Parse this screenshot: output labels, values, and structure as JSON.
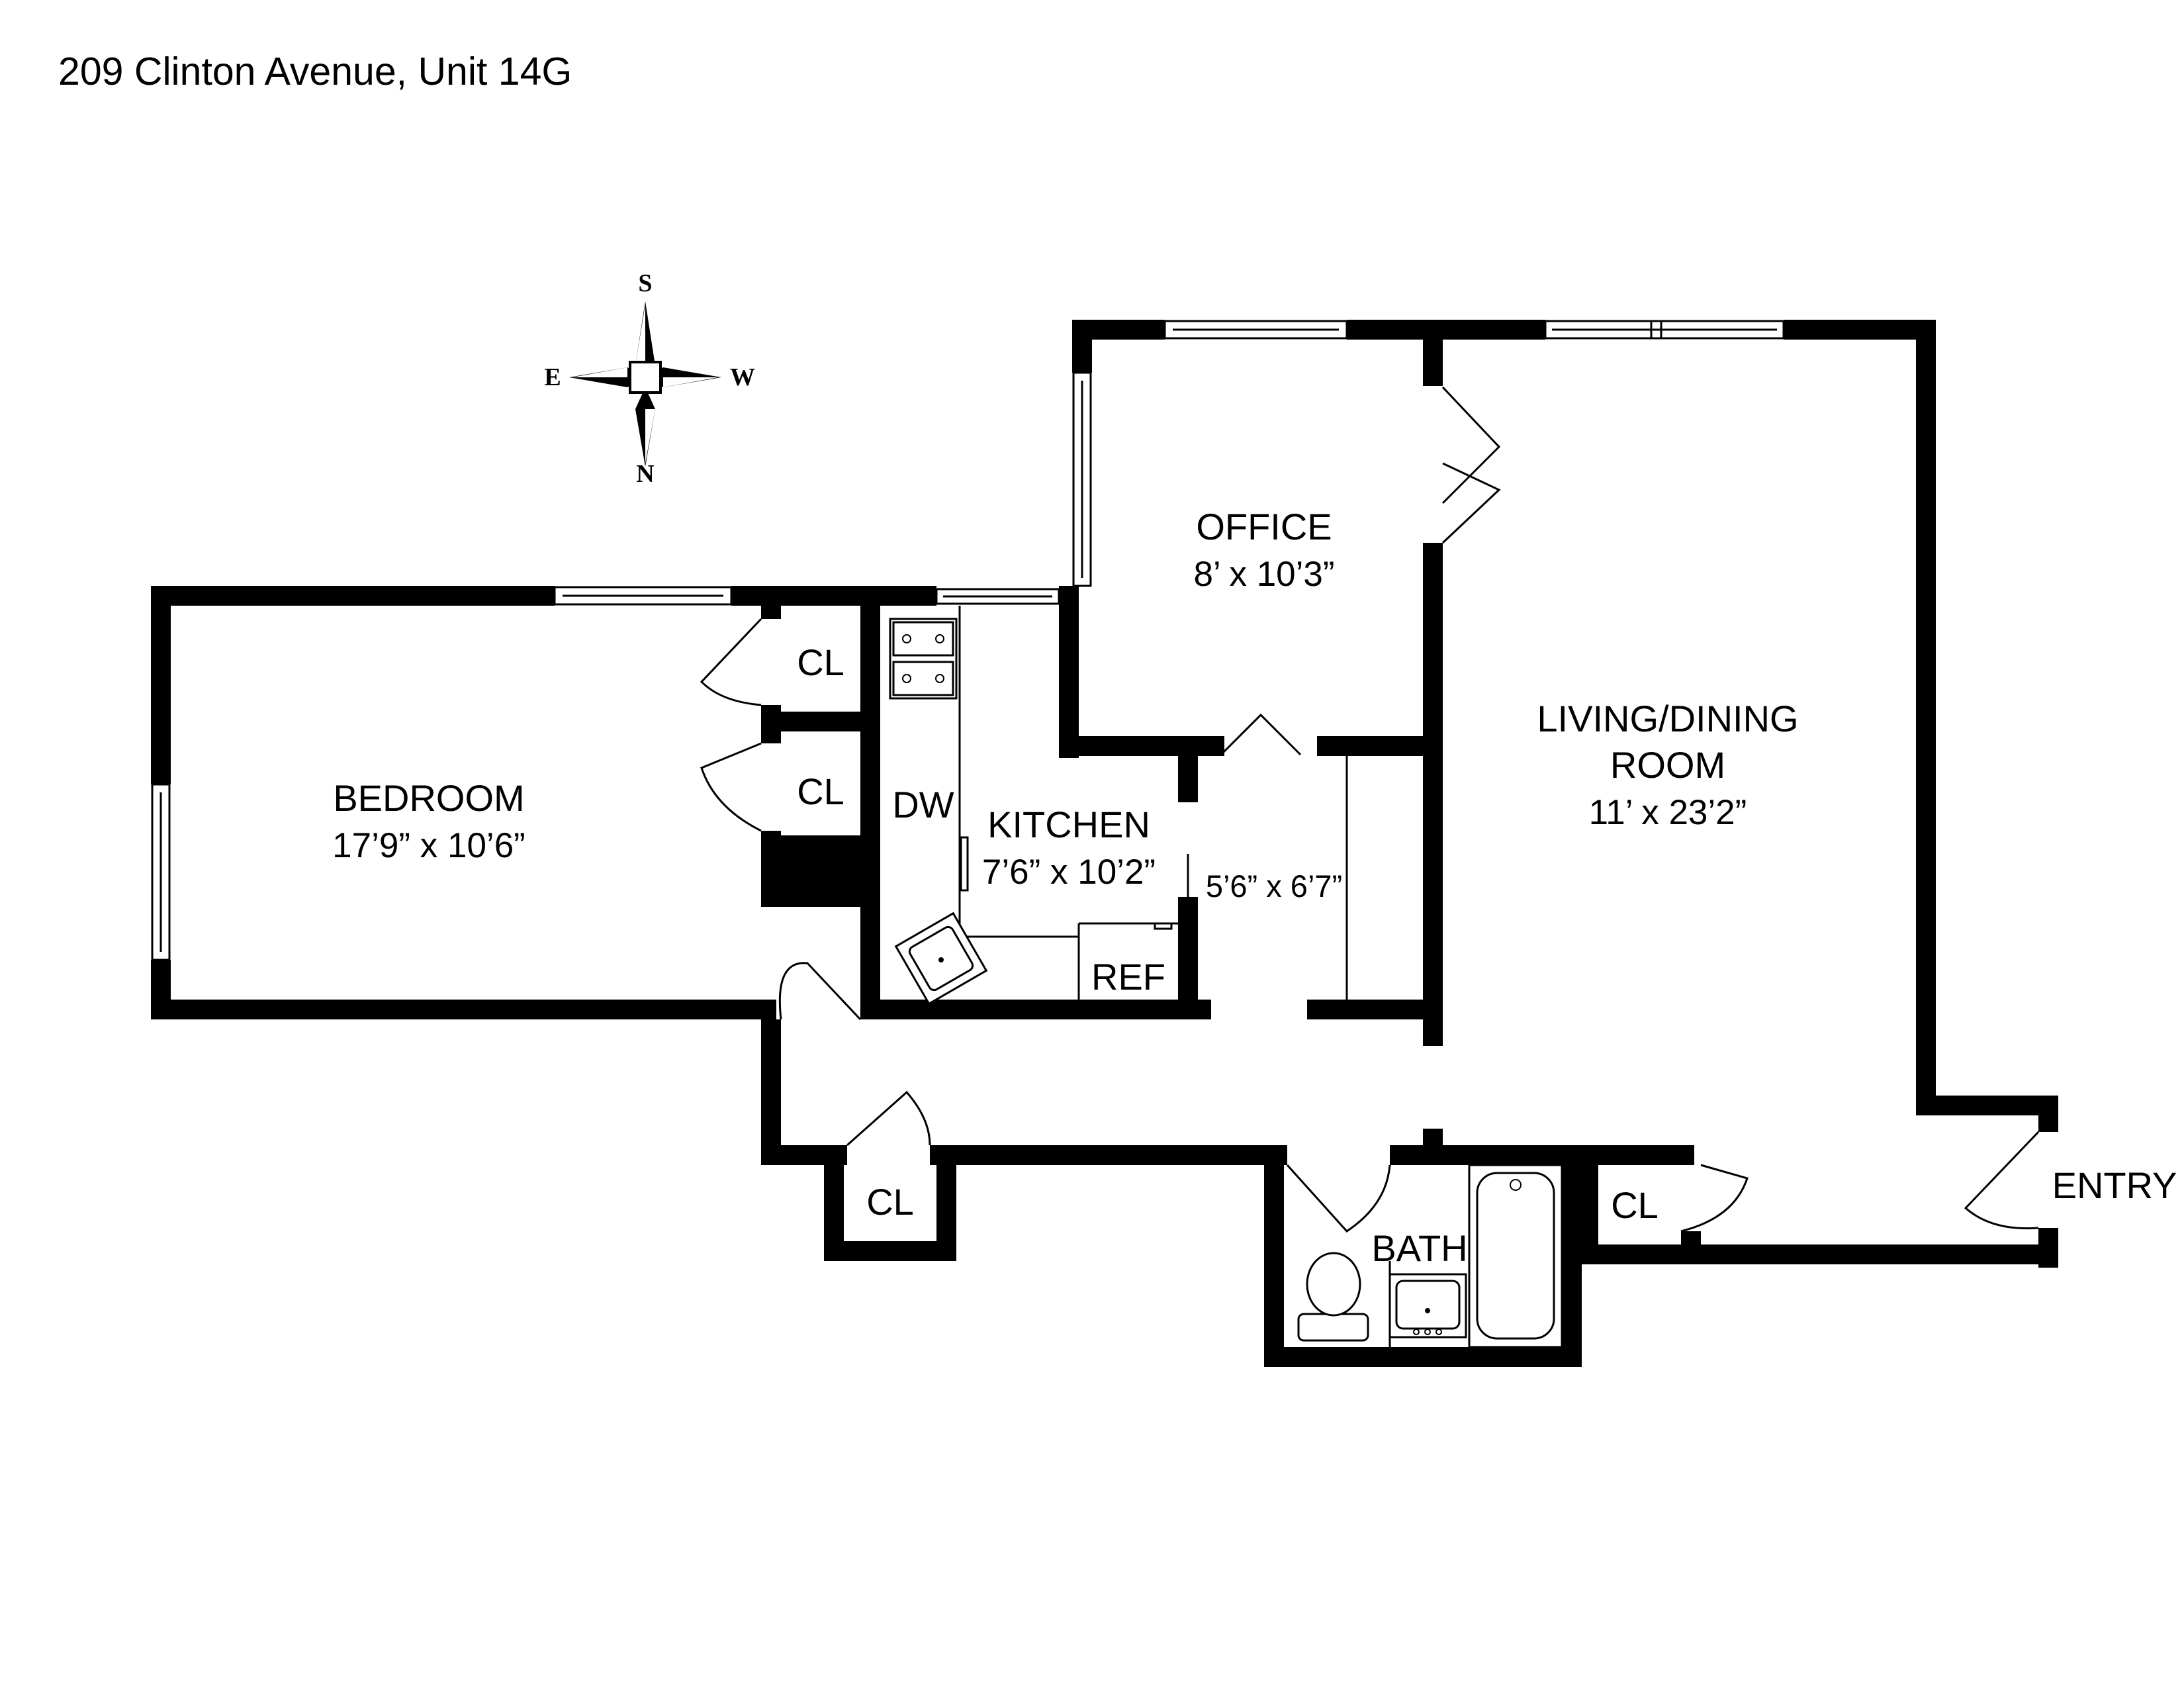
{
  "title": "209 Clinton Avenue, Unit 14G",
  "compass": {
    "s": "S",
    "e": "E",
    "w": "W",
    "n": "N"
  },
  "rooms": {
    "office": {
      "name": "OFFICE",
      "dims": "8’ x 10’3”"
    },
    "living": {
      "name_line1": "LIVING/DINING",
      "name_line2": "ROOM",
      "dims": "11’ x 23’2”"
    },
    "bedroom": {
      "name": "BEDROOM",
      "dims": "17’9” x 10’6”"
    },
    "kitchen": {
      "name": "KITCHEN",
      "dims": "7’6” x 10’2”"
    },
    "foyer": {
      "dims": "5’6” x 6’7”"
    },
    "bath": {
      "name": "BATH"
    },
    "entry": {
      "name": "ENTRY"
    }
  },
  "labels": {
    "closet": "CL",
    "dishwasher": "DW",
    "refrigerator": "REF"
  }
}
